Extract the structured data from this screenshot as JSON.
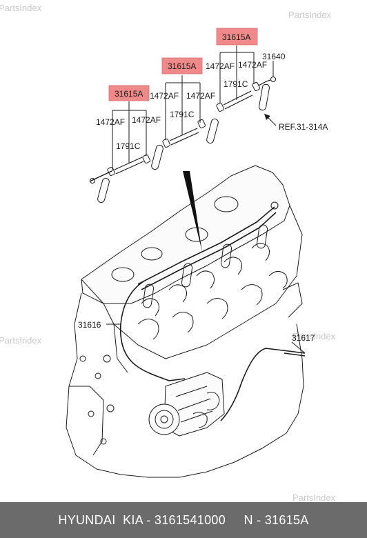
{
  "watermark": "PartsIndex",
  "callouts": {
    "part_31615A": "31615A",
    "part_1472AF": "1472AF",
    "part_1791C": "1791C",
    "part_31640": "31640",
    "ref": "REF.31-314A",
    "part_31616": "31616",
    "part_31617": "31617"
  },
  "colors": {
    "highlight": "#f08a8a",
    "footer_bg": "#6b6b6b",
    "line": "#1a1a1a"
  },
  "footer": {
    "text": "HYUNDAI  KIA - 3161541000     N - 31615A"
  }
}
